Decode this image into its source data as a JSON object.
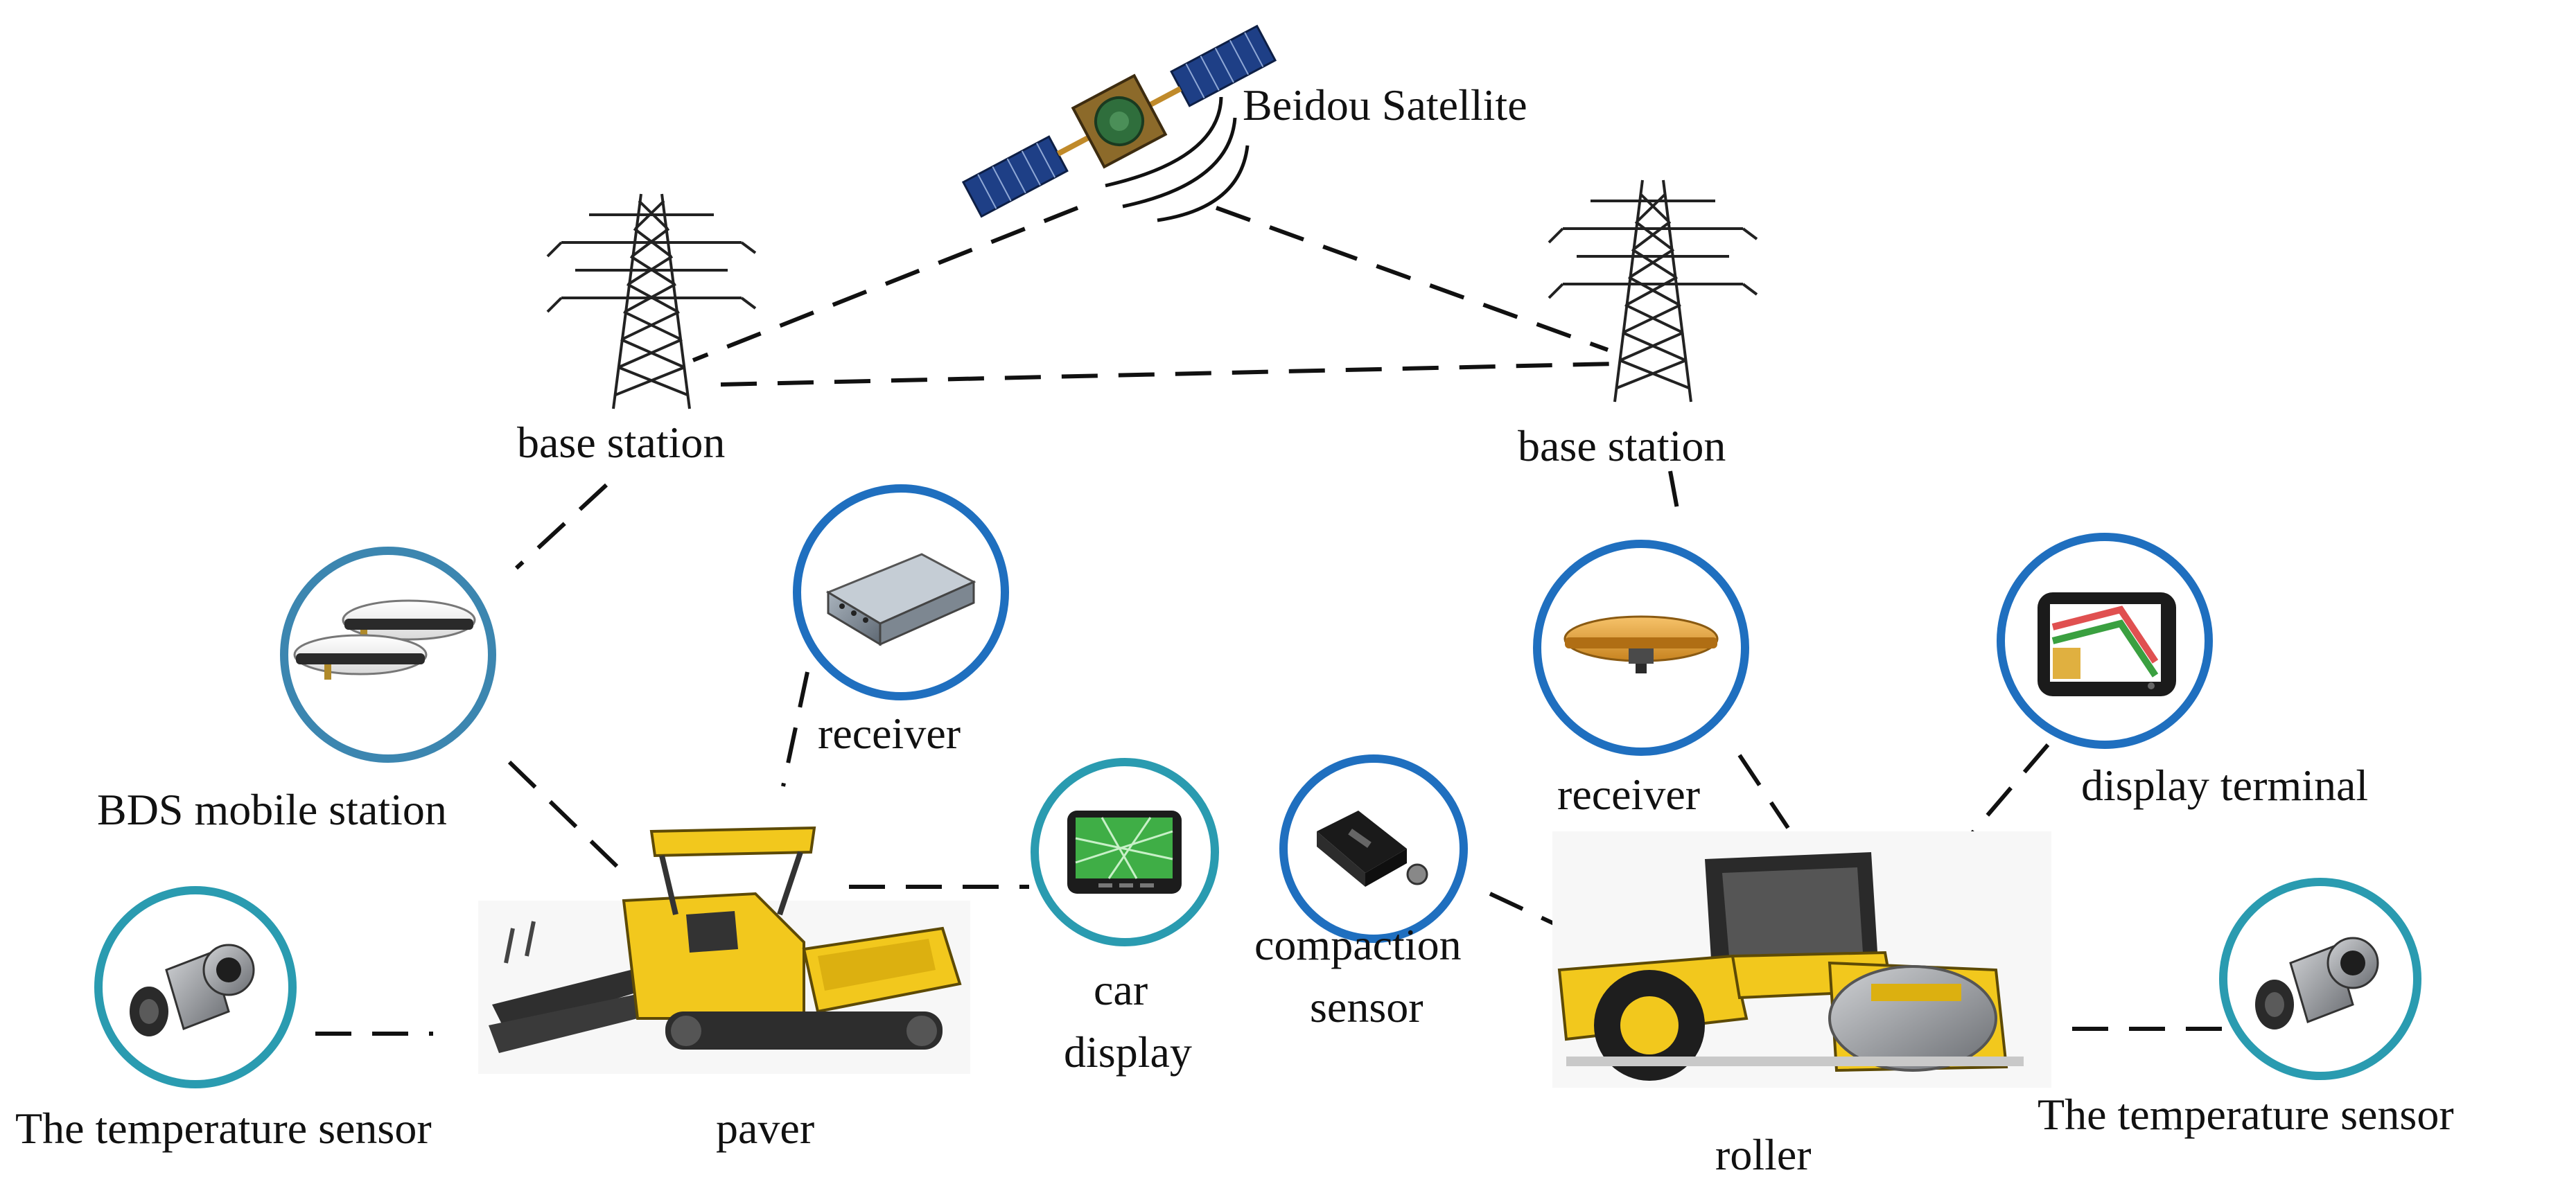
{
  "labels": {
    "satellite": "Beidou Satellite",
    "base_station_left": "base station",
    "base_station_right": "base station",
    "bds_mobile_station": "BDS mobile station",
    "receiver_left": "receiver",
    "receiver_right": "receiver",
    "car_display_line1": "car",
    "car_display_line2": "display",
    "compaction_line1": "compaction",
    "compaction_line2": "sensor",
    "display_terminal": "display terminal",
    "temp_sensor_left": "The temperature sensor",
    "temp_sensor_right": "The temperature sensor",
    "paver": "paver",
    "roller": "roller"
  },
  "colors": {
    "circle_blue": "#1f6fbf",
    "circle_teal": "#2a9bb0",
    "circle_mid": "#3c86b0",
    "machine_yellow": "#f2c81d",
    "line": "#111111"
  },
  "icons": {
    "satellite": "satellite-icon",
    "tower": "transmission-tower-icon",
    "antenna": "gnss-antenna-icon",
    "receiver_box": "receiver-box-icon",
    "car_display": "tablet-display-icon",
    "compaction_sensor": "compaction-sensor-icon",
    "display_terminal": "display-terminal-icon",
    "temperature_sensor": "temperature-sensor-icon",
    "paver": "paver-machine-icon",
    "roller": "road-roller-icon"
  }
}
